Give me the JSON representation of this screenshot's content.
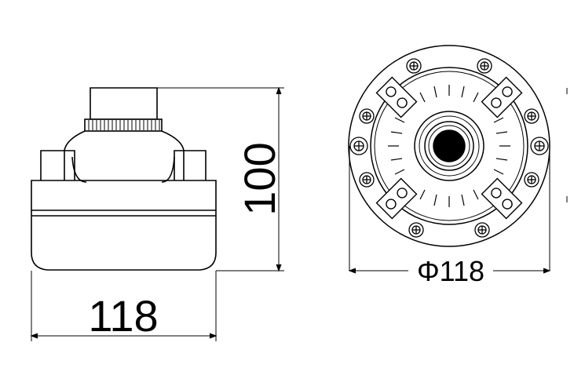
{
  "dimensions": {
    "side_width": "118",
    "side_height": "100",
    "top_diameter": "Φ118"
  }
}
